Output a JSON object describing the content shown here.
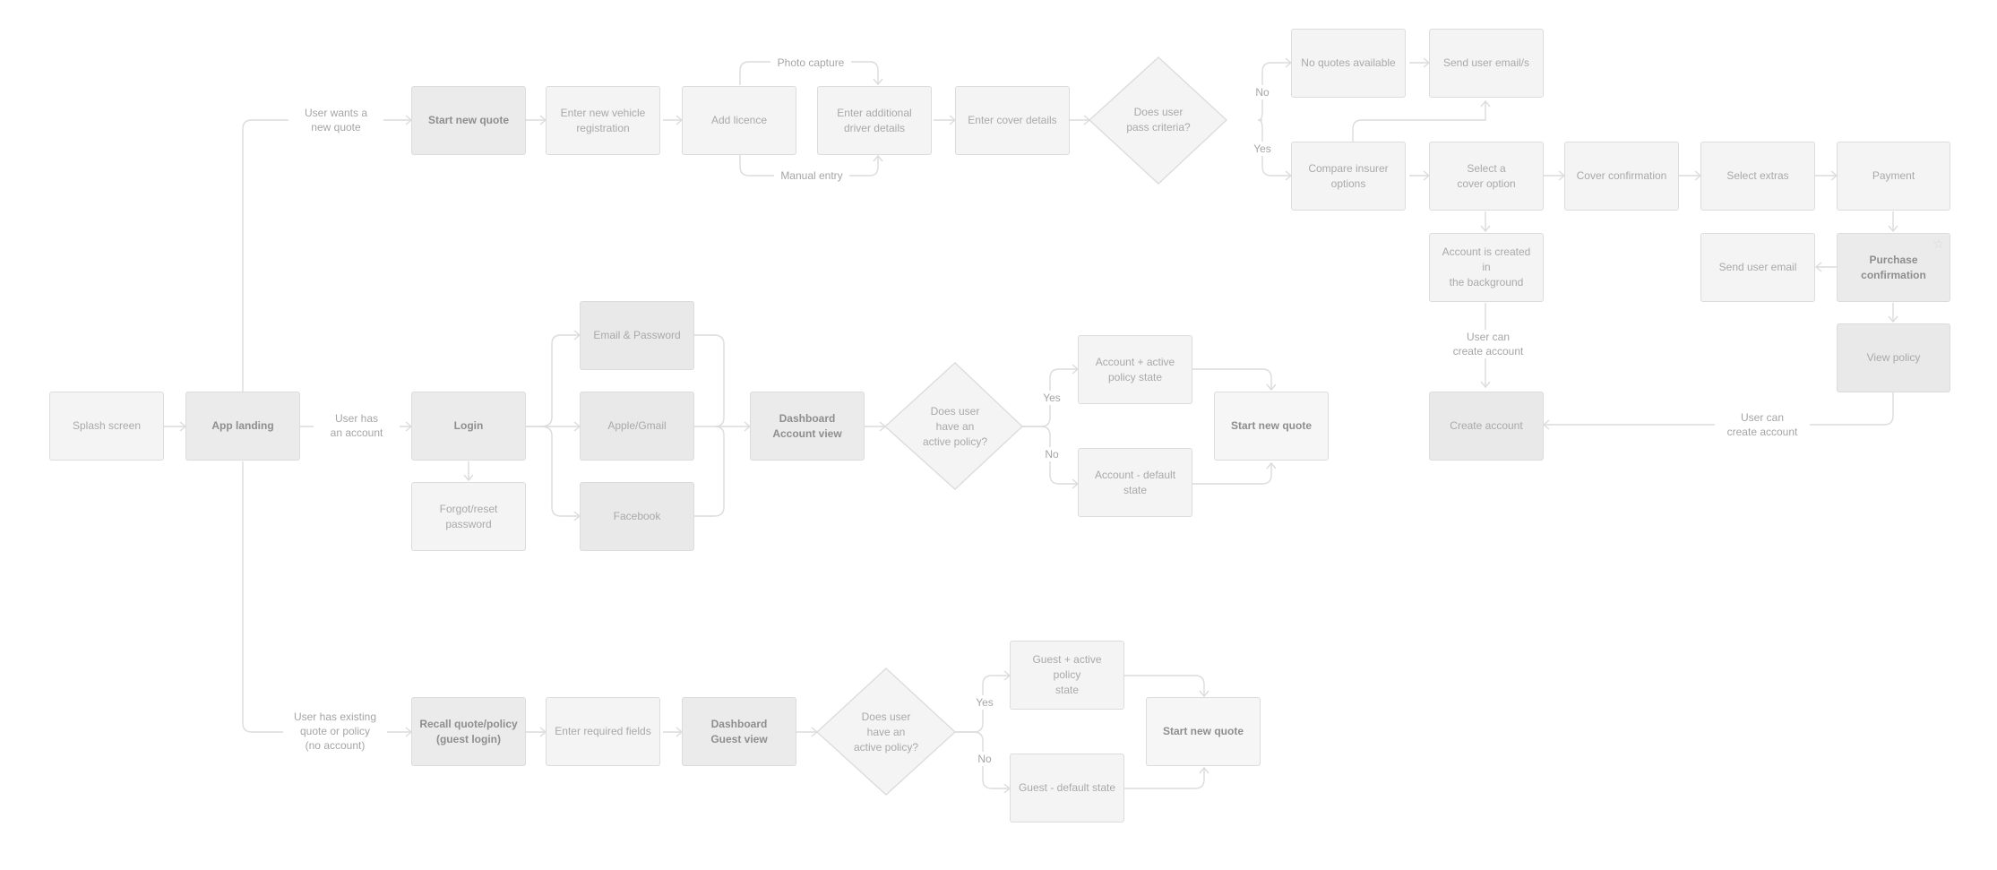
{
  "nodes": {
    "splash": "Splash screen",
    "app_landing": "App landing",
    "start_new_quote_top": "Start new quote",
    "enter_vehicle_reg": "Enter new vehicle\nregistration",
    "add_licence": "Add licence",
    "enter_driver_details": "Enter additional\ndriver details",
    "enter_cover_details": "Enter cover details",
    "pass_criteria": "Does user\npass criteria?",
    "no_quotes": "No quotes available",
    "send_email_s": "Send user email/s",
    "compare_insurer": "Compare insurer\noptions",
    "select_cover": "Select a\ncover option",
    "cover_confirmation": "Cover confirmation",
    "select_extras": "Select extras",
    "payment": "Payment",
    "account_background": "Account is created in\nthe background",
    "purchase_confirmation": "Purchase\nconfirmation",
    "send_user_email": "Send user email",
    "view_policy": "View policy",
    "create_account": "Create account",
    "login": "Login",
    "forgot_reset": "Forgot/reset\npassword",
    "email_password": "Email & Password",
    "apple_gmail": "Apple/Gmail",
    "facebook": "Facebook",
    "dashboard_account": "Dashboard\nAccount view",
    "active_policy_mid": "Does user\nhave an\nactive policy?",
    "account_active": "Account + active\npolicy state",
    "account_default": "Account - default\nstate",
    "start_new_quote_mid": "Start new quote",
    "recall_quote": "Recall quote/policy\n(guest login)",
    "enter_required": "Enter required fields",
    "dashboard_guest": "Dashboard\nGuest view",
    "active_policy_bottom": "Does user\nhave an\nactive policy?",
    "guest_active": "Guest + active policy\nstate",
    "guest_default": "Guest - default state",
    "start_new_quote_bottom": "Start new quote"
  },
  "labels": {
    "user_wants_quote": "User wants a\nnew quote",
    "user_has_account": "User has\nan account",
    "user_has_existing": "User has existing\nquote or policy\n(no account)",
    "photo_capture": "Photo capture",
    "manual_entry": "Manual entry",
    "no_top": "No",
    "yes_top": "Yes",
    "yes_mid": "Yes",
    "no_mid": "No",
    "yes_bottom": "Yes",
    "no_bottom": "No",
    "user_can_create_1": "User can\ncreate account",
    "user_can_create_2": "User can\ncreate account"
  },
  "icons": {
    "purchase_star": "star-icon"
  },
  "colors": {
    "line": "#dcdcdc",
    "box_fill": "#f4f4f4",
    "text": "#a9a9a9"
  }
}
